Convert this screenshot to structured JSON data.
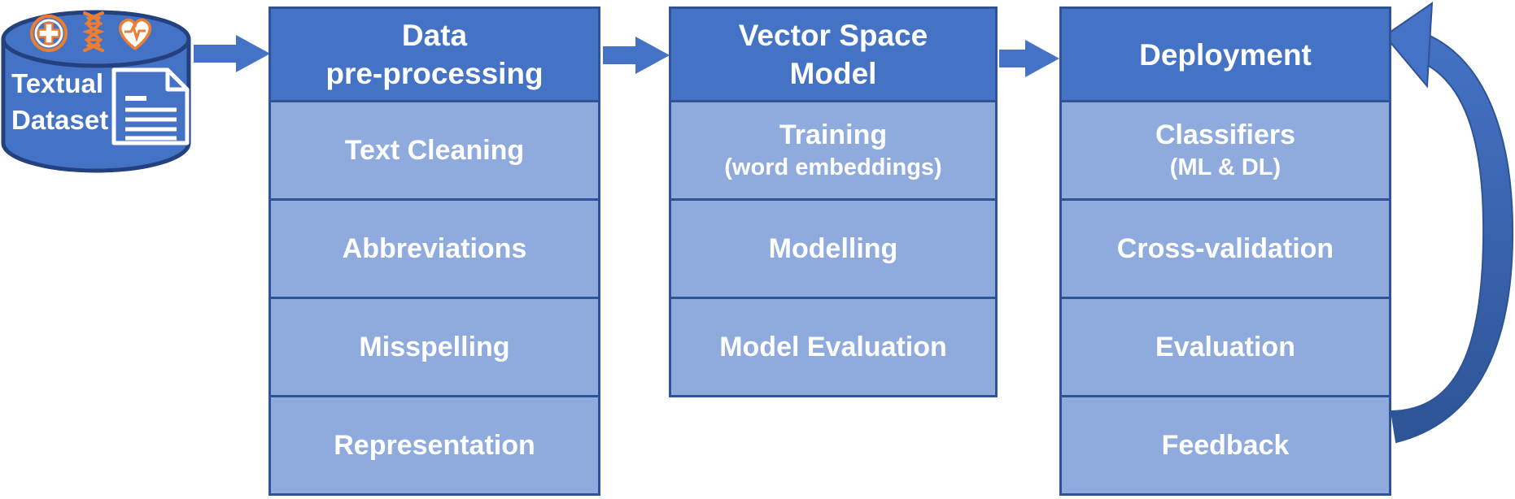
{
  "diagram": {
    "source": {
      "label_lines": [
        "Textual",
        "Dataset"
      ],
      "icons": [
        "medical-cross-icon",
        "dna-icon",
        "heart-pulse-icon",
        "document-icon"
      ]
    },
    "stages": [
      {
        "title_lines": [
          "Data",
          "pre-processing"
        ],
        "items": [
          {
            "label": "Text Cleaning",
            "sub": ""
          },
          {
            "label": "Abbreviations",
            "sub": ""
          },
          {
            "label": "Misspelling",
            "sub": ""
          },
          {
            "label": "Representation",
            "sub": ""
          }
        ]
      },
      {
        "title_lines": [
          "Vector Space",
          "Model"
        ],
        "items": [
          {
            "label": "Training",
            "sub": "(word embeddings)"
          },
          {
            "label": "Modelling",
            "sub": ""
          },
          {
            "label": "Model Evaluation",
            "sub": ""
          }
        ]
      },
      {
        "title_lines": [
          "Deployment",
          ""
        ],
        "items": [
          {
            "label": "Classifiers",
            "sub": "(ML & DL)"
          },
          {
            "label": "Cross-validation",
            "sub": ""
          },
          {
            "label": "Evaluation",
            "sub": ""
          },
          {
            "label": "Feedback",
            "sub": ""
          }
        ]
      }
    ],
    "connectors": [
      {
        "name": "dataset-to-preprocessing-arrow",
        "type": "straight"
      },
      {
        "name": "preprocessing-to-vsm-arrow",
        "type": "straight"
      },
      {
        "name": "vsm-to-deployment-arrow",
        "type": "straight"
      },
      {
        "name": "feedback-to-deployment-arrow",
        "type": "curved-loop"
      }
    ],
    "colors": {
      "header_blue": "#4472C4",
      "item_light_blue": "#8FAADC",
      "border_navy": "#2F5496",
      "cylinder_outline": "#24417F",
      "icon_orange": "#ED7D31",
      "text_white": "#FFFFFF"
    }
  }
}
